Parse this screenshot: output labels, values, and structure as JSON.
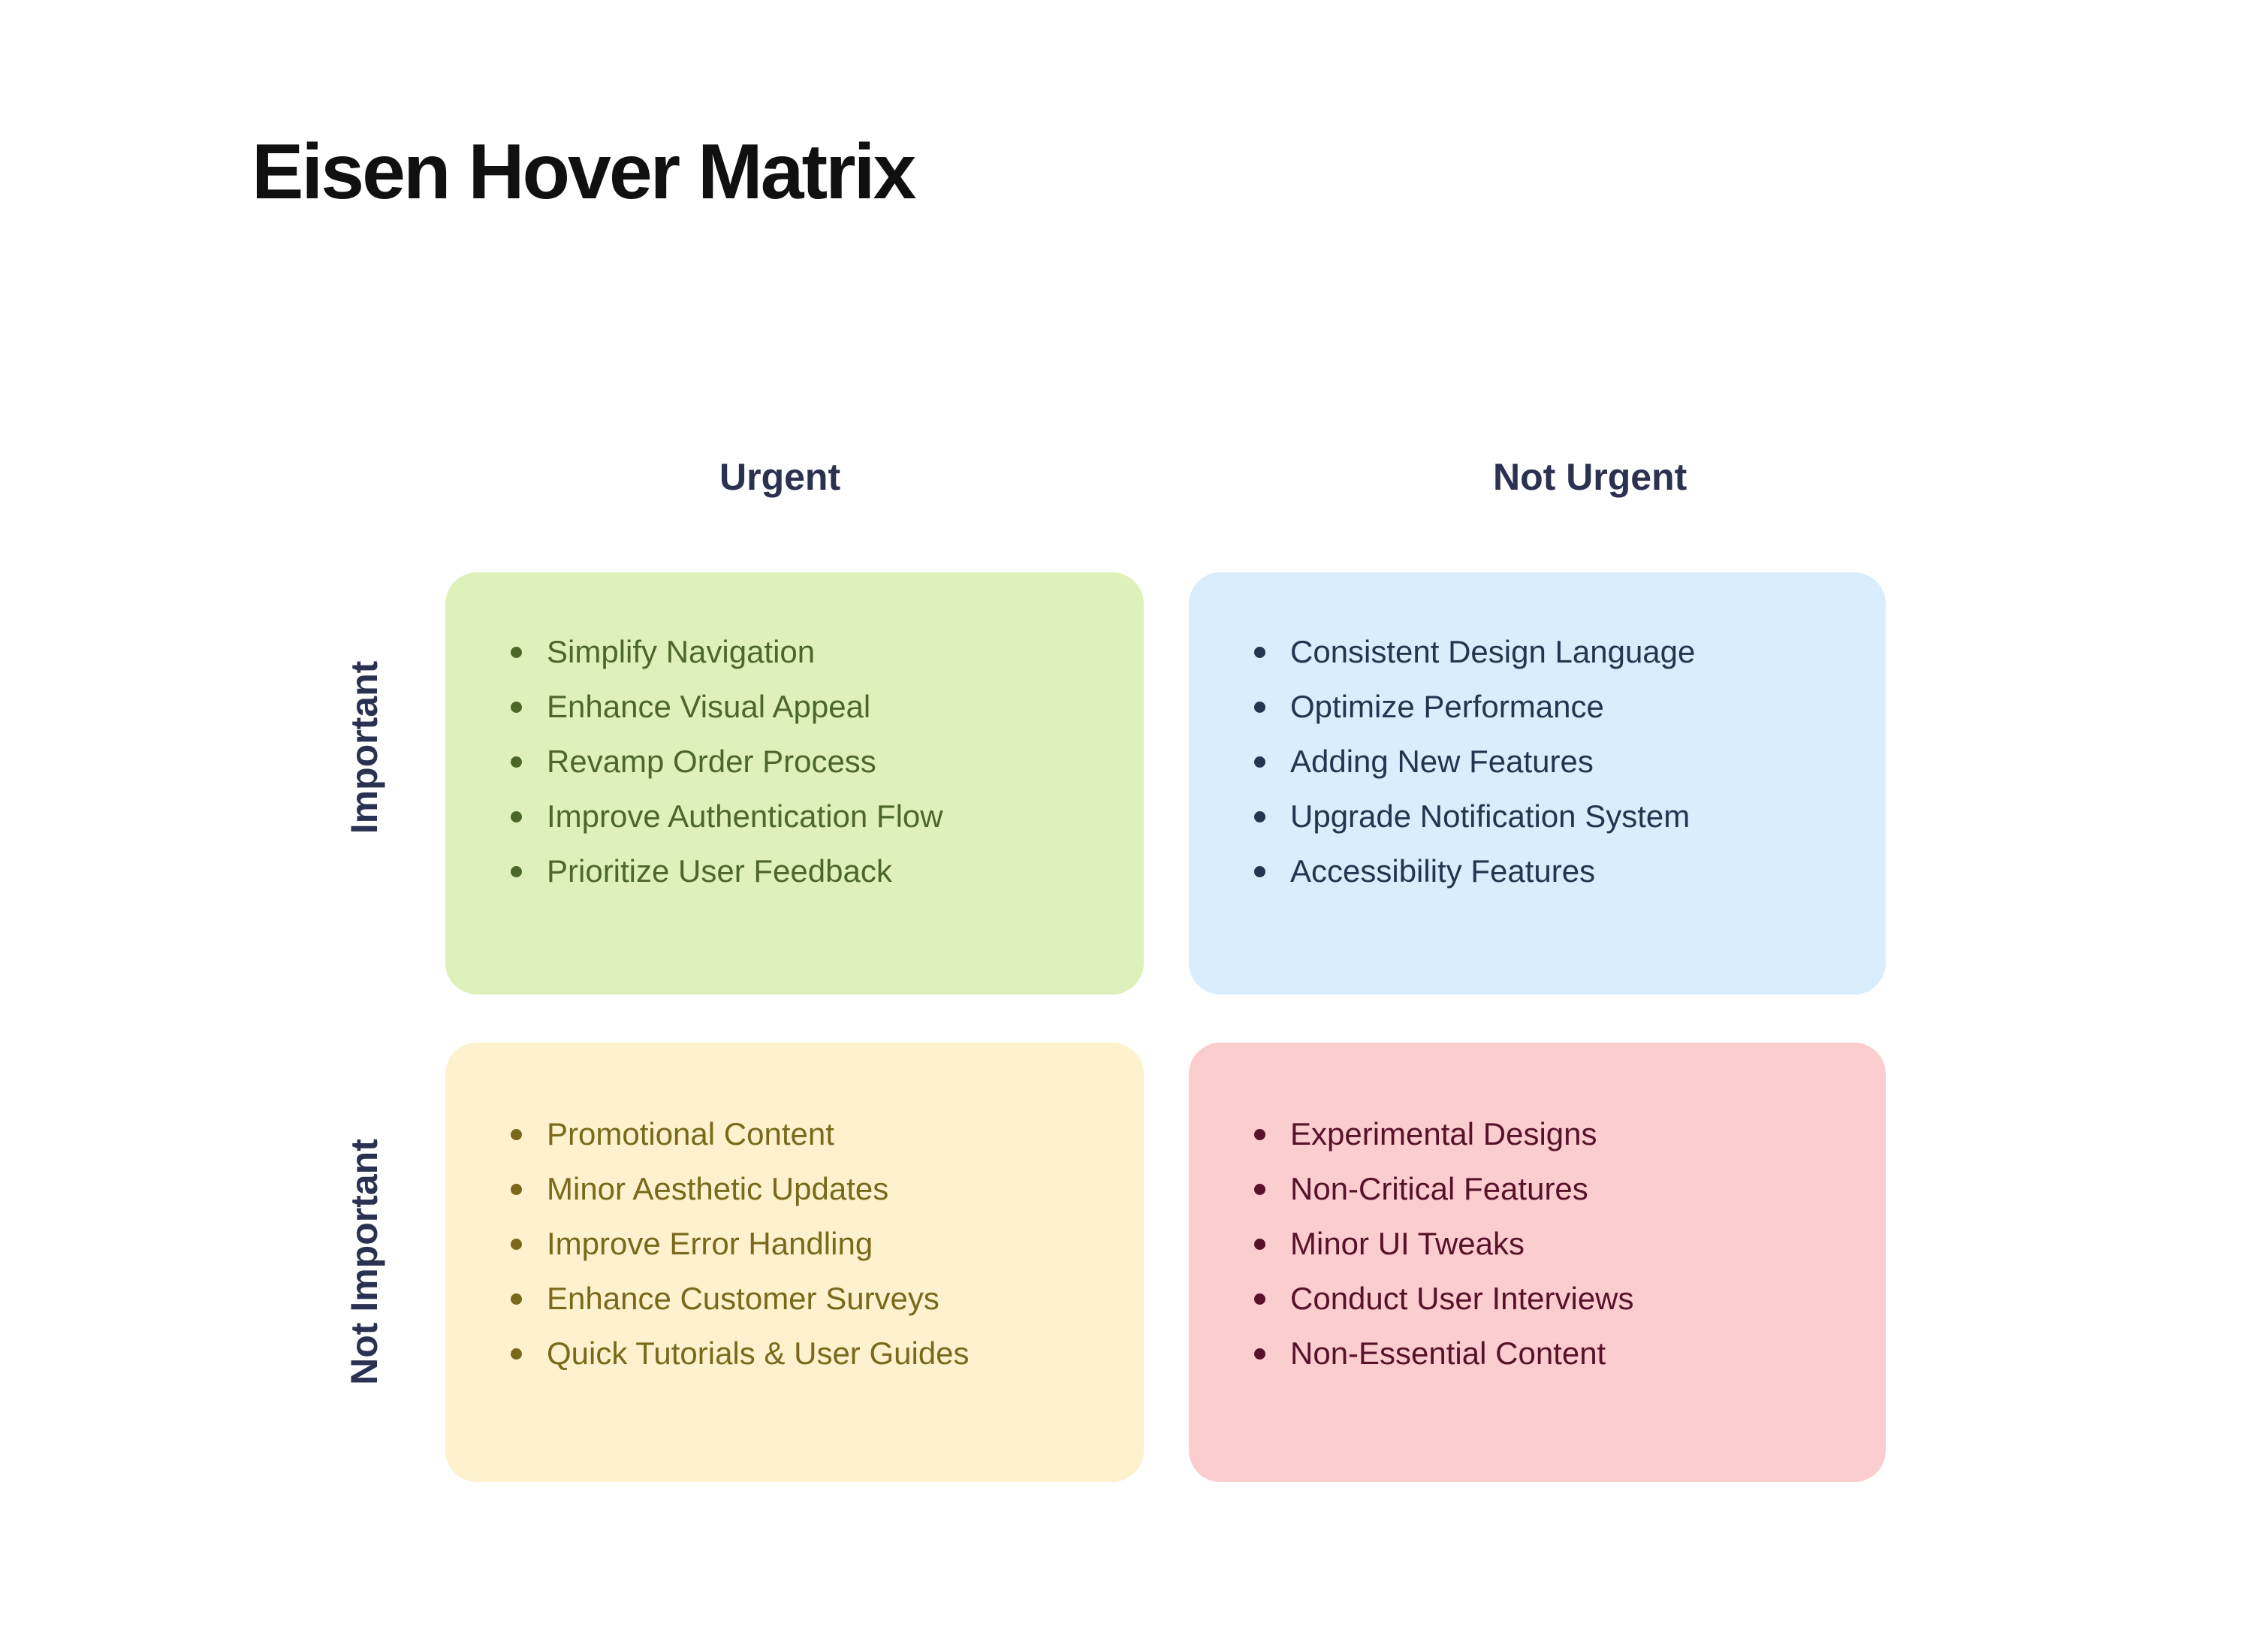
{
  "title": "Eisen Hover Matrix",
  "columns": {
    "urgent": "Urgent",
    "not_urgent": "Not Urgent"
  },
  "rows": {
    "important": "Important",
    "not_important": "Not Important"
  },
  "colors": {
    "page_background": "#ffffff",
    "title_text": "#101010",
    "axis_label_text": "#2b3150",
    "urgent_important_fill": "#def1bb",
    "urgent_important_text": "#4c6829",
    "not_urgent_important_fill": "#d9edfc",
    "not_urgent_important_text": "#253551",
    "urgent_not_important_fill": "#fdf2cd",
    "urgent_not_important_text": "#7a691c",
    "not_urgent_not_important_fill": "#fbcdce",
    "not_urgent_not_important_text": "#57122a"
  },
  "quadrants": {
    "urgent_important": {
      "items": [
        "Simplify Navigation",
        "Enhance Visual Appeal",
        "Revamp Order Process",
        "Improve Authentication Flow",
        "Prioritize User Feedback"
      ]
    },
    "not_urgent_important": {
      "items": [
        "Consistent Design Language",
        "Optimize Performance",
        "Adding New Features",
        "Upgrade Notification System",
        "Accessibility Features"
      ]
    },
    "urgent_not_important": {
      "items": [
        "Promotional Content",
        "Minor Aesthetic Updates",
        "Improve Error Handling",
        "Enhance Customer Surveys",
        "Quick Tutorials & User Guides"
      ]
    },
    "not_urgent_not_important": {
      "items": [
        "Experimental Designs",
        "Non-Critical Features",
        "Minor UI Tweaks",
        "Conduct User Interviews",
        "Non-Essential Content"
      ]
    }
  }
}
